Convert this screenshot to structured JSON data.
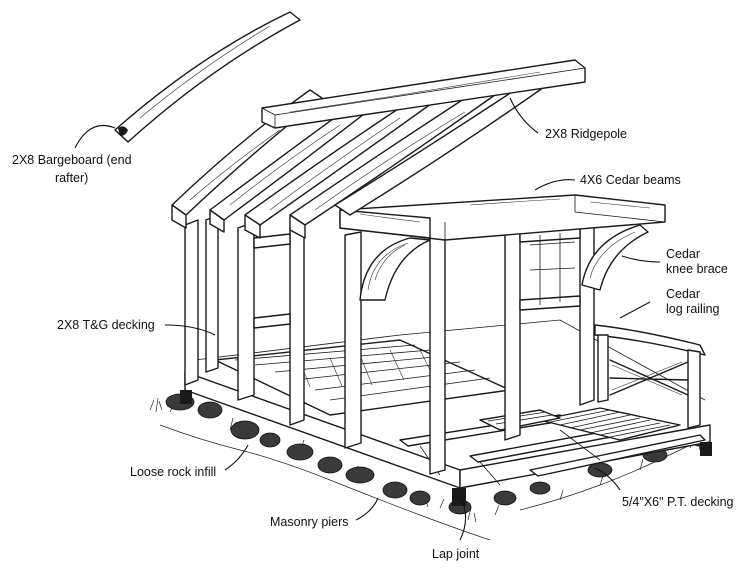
{
  "labels": {
    "bargeboard_line1": "2X8 Bargeboard (end",
    "bargeboard_line2": "rafter)",
    "ridgepole": "2X8 Ridgepole",
    "cedar_beams": "4X6 Cedar beams",
    "knee_brace_line1": "Cedar",
    "knee_brace_line2": "knee brace",
    "log_railing_line1": "Cedar",
    "log_railing_line2": "log railing",
    "tg_decking": "2X8 T&G decking",
    "rock_infill": "Loose rock infill",
    "pt_decking": "5/4\"X6\" P.T. decking",
    "masonry_piers": "Masonry piers",
    "lap_joint": "Lap joint"
  },
  "colors": {
    "ink": "#1a1a1a",
    "paper": "#ffffff"
  }
}
